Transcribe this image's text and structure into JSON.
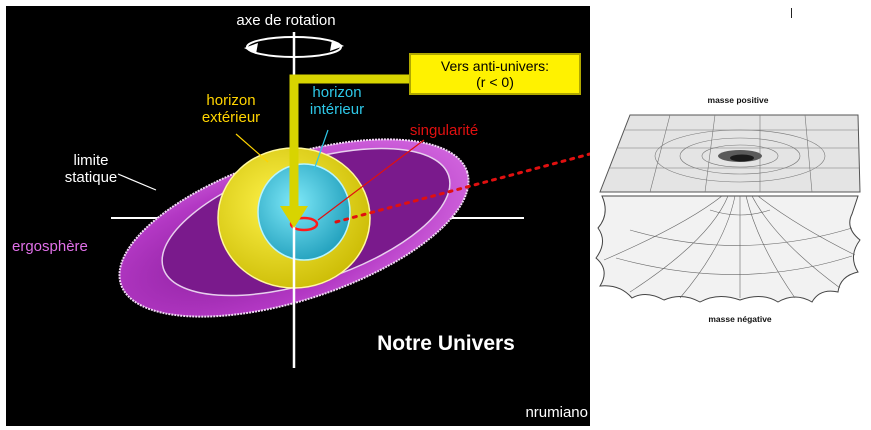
{
  "left_panel": {
    "axis_title": "axe de rotation",
    "callout_line1": "Vers anti-univers:",
    "callout_line2": "(r < 0)",
    "horizon_exterieur_line1": "horizon",
    "horizon_exterieur_line2": "extérieur",
    "horizon_interieur_line1": "horizon",
    "horizon_interieur_line2": "intérieur",
    "singularite": "singularité",
    "limite_line1": "limite",
    "limite_line2": "statique",
    "ergosphere": "ergosphère",
    "notre_univers": "Notre Univers",
    "credit": "nrumiano"
  },
  "right_panel": {
    "masse_positive": "masse positive",
    "masse_negative": "masse négative"
  },
  "colors": {
    "background": "#000000",
    "ergosphere": "#b030c0",
    "horizon_exterieur": "#ffd400",
    "horizon_interieur": "#2ec8e8",
    "singularite": "#e01010",
    "callout": "#fff200",
    "axis": "#ffffff"
  }
}
